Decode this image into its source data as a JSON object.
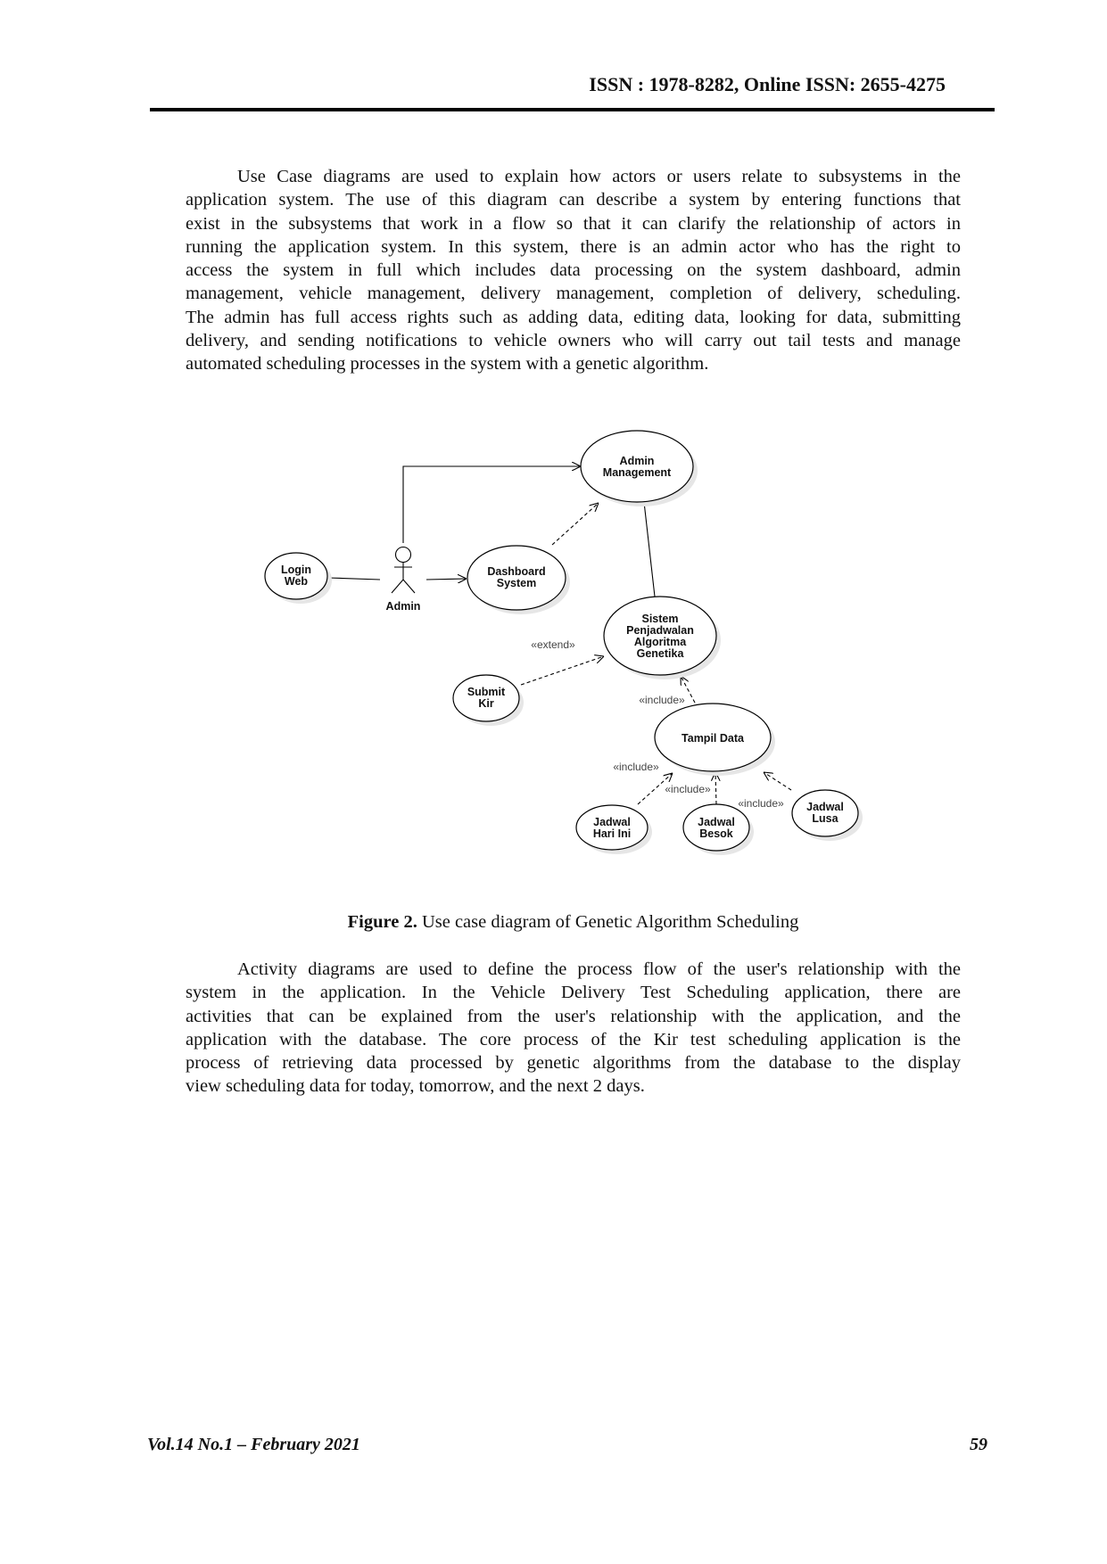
{
  "header": {
    "issn": "ISSN : 1978-8282, Online ISSN: 2655-4275"
  },
  "paragraph1": [
    "Use Case diagrams are used to explain how actors or users relate to subsystems in the",
    "application system. The use of this diagram can describe a system by entering functions that",
    "exist in the subsystems that work in a flow so that it can clarify the relationship of actors in",
    "running the application system. In this system, there is an admin actor who has the right to",
    "access the system in full which includes data processing on the system dashboard, admin",
    "management, vehicle management, delivery management, completion of delivery, scheduling.",
    "The admin has full access rights such as adding data, editing data, looking for data, submitting",
    "delivery, and sending notifications to vehicle owners who will carry out tail tests and manage",
    "automated scheduling processes in the system with a genetic algorithm."
  ],
  "diagram": {
    "actor": "Admin",
    "use_cases": {
      "admin_management": [
        "Admin",
        "Management"
      ],
      "login_web": [
        "Login",
        "Web"
      ],
      "dashboard_system": [
        "Dashboard",
        "System"
      ],
      "sistem_penjadwalan": [
        "Sistem",
        "Penjadwalan",
        "Algoritma",
        "Genetika"
      ],
      "submit_kir": [
        "Submit",
        "Kir"
      ],
      "tampil_data": [
        "Tampil Data"
      ],
      "jadwal_hari_ini": [
        "Jadwal",
        "Hari Ini"
      ],
      "jadwal_besok": [
        "Jadwal",
        "Besok"
      ],
      "jadwal_lusa": [
        "Jadwal",
        "Lusa"
      ]
    },
    "labels": {
      "extend": "«extend»",
      "include_tampil_sistem": "«include»",
      "include_hari": "«include»",
      "include_besok": "«include»",
      "include_lusa": "«include»"
    }
  },
  "caption": {
    "label": "Figure 2.",
    "text": " Use case diagram of Genetic Algorithm Scheduling"
  },
  "paragraph2": [
    "Activity diagrams are used to define the process flow of the user's relationship with the",
    "system in the application. In the Vehicle Delivery Test Scheduling application, there are",
    "activities that can be explained from the user's relationship with the application, and the",
    "application with the database. The core process of the Kir test scheduling application is the",
    "process of retrieving data processed by genetic algorithms from the database to the display",
    "view scheduling data for today, tomorrow, and the next 2 days."
  ],
  "footer": {
    "volume": "Vol.14 No.1 – February 2021",
    "page": "59"
  }
}
